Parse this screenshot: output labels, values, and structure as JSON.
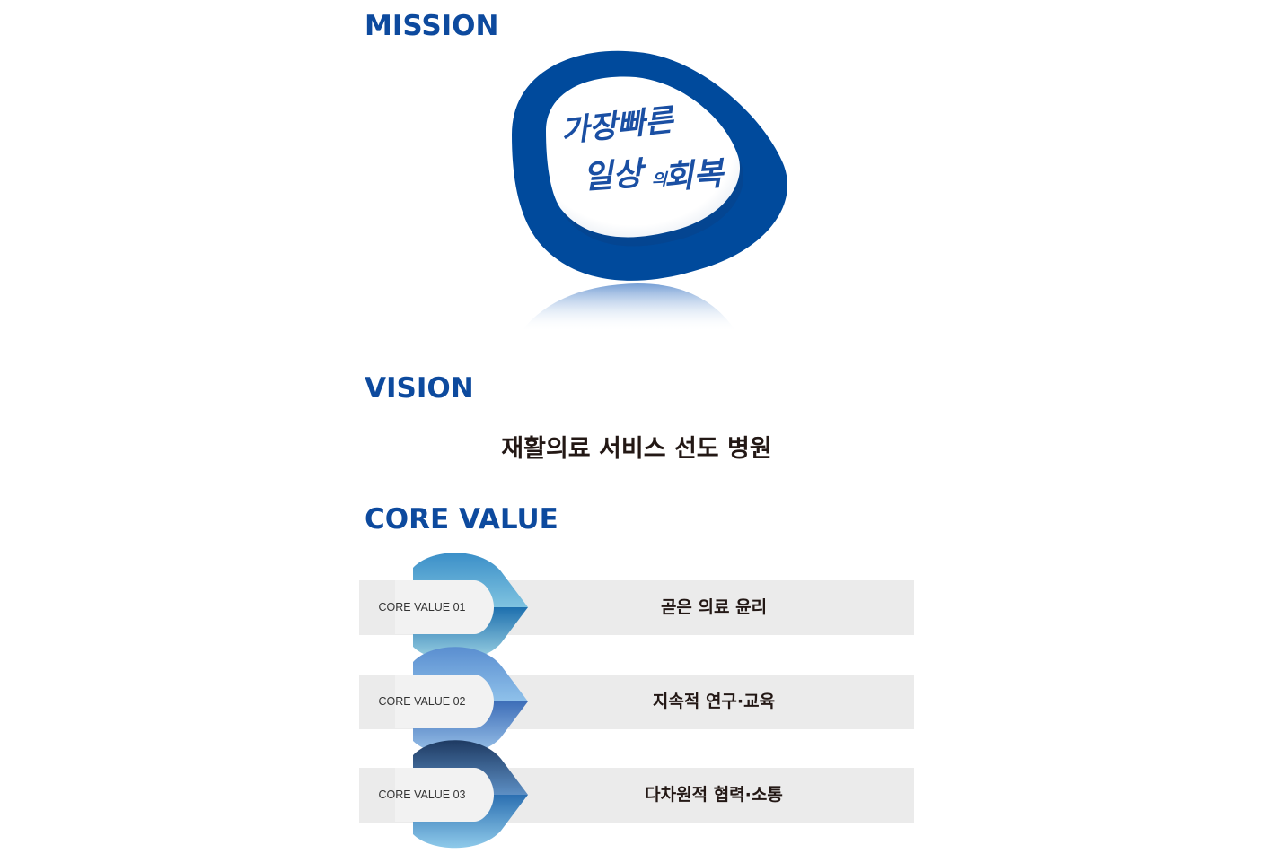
{
  "mission": {
    "heading": "MISSION",
    "slogan_line1": "가장빠른",
    "slogan_line2_a": "일상",
    "slogan_line2_b": "의",
    "slogan_line2_c": "회복"
  },
  "vision": {
    "heading": "VISION",
    "statement": "재활의료 서비스 선도 병원"
  },
  "core_value": {
    "heading": "CORE VALUE",
    "items": [
      {
        "label": "CORE VALUE 01",
        "text": "곧은 의료 윤리"
      },
      {
        "label": "CORE VALUE 02",
        "text": "지속적 연구·교육"
      },
      {
        "label": "CORE VALUE 03",
        "text": "다차원적 협력·소통"
      }
    ]
  },
  "colors": {
    "heading_blue": "#0d4a9e",
    "emblem_blue": "#004a9c",
    "text_dark": "#231815",
    "bar_gray": "#ebebeb"
  }
}
